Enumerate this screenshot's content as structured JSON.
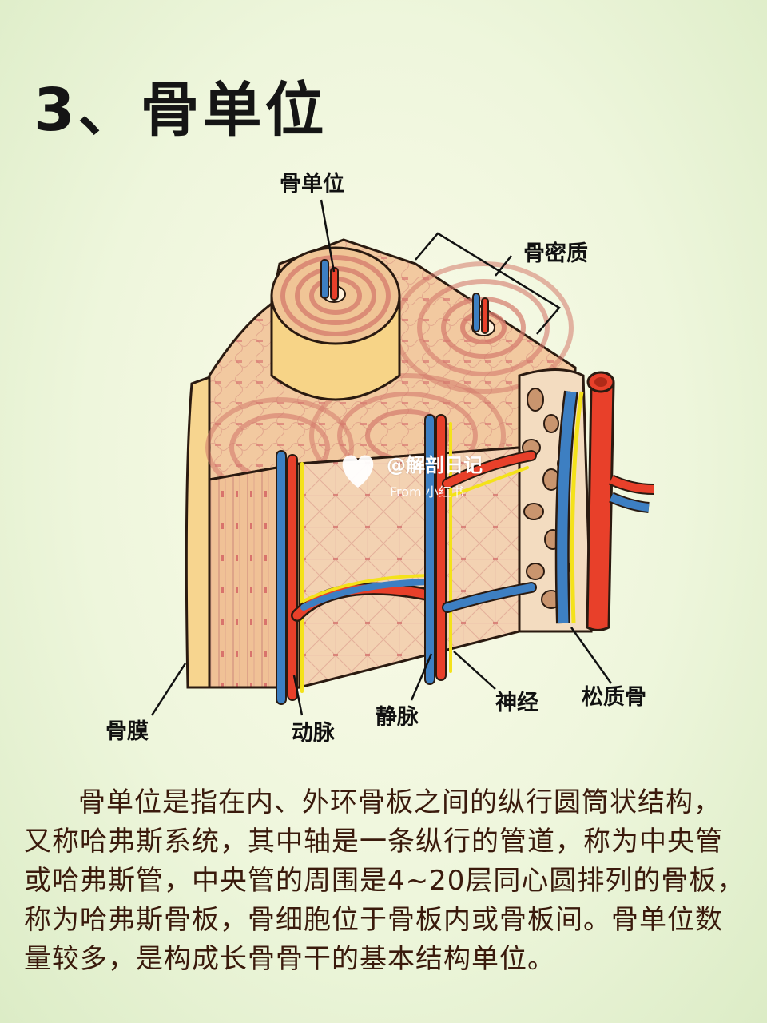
{
  "title": "3、骨单位",
  "labels": {
    "osteon": "骨单位",
    "compact_bone": "骨密质",
    "periosteum": "骨膜",
    "artery": "动脉",
    "vein": "静脉",
    "nerve": "神经",
    "spongy_bone": "松质骨"
  },
  "watermark": {
    "handle": "@解剖日记",
    "source": "From 小红书"
  },
  "description": "骨单位是指在内、外环骨板之间的纵行圆筒状结构，又称哈弗斯系统，其中轴是一条纵行的管道，称为中央管或哈弗斯管，中央管的周围是4~20层同心圆排列的骨板，称为哈弗斯骨板，骨细胞位于骨板内或骨板间。骨单位数量较多，是构成长骨骨干的基本结构单位。",
  "colors": {
    "bone": "#f0c596",
    "lamella": "#d98e7a",
    "artery": "#e8402a",
    "vein": "#3d7fc2",
    "nerve": "#f4e21a",
    "periosteum": "#f7cf7e",
    "outline": "#2a1a10"
  }
}
